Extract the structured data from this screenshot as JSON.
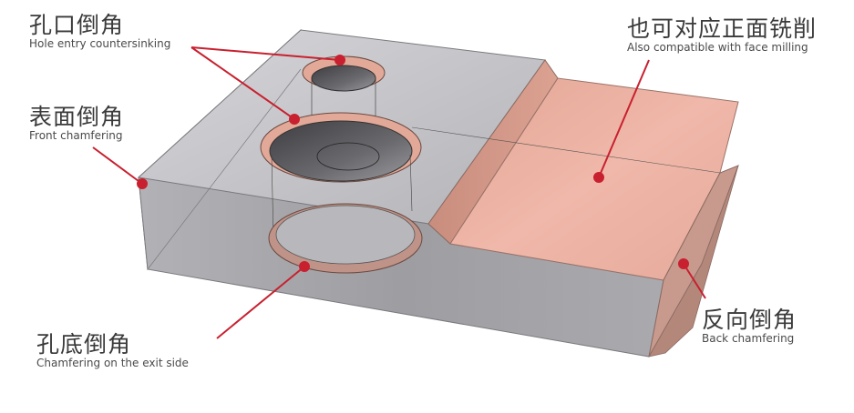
{
  "labels": {
    "hole_entry": {
      "zh": "孔口倒角",
      "en": "Hole entry countersinking"
    },
    "front": {
      "zh": "表面倒角",
      "en": "Front chamfering"
    },
    "exit": {
      "zh": "孔底倒角",
      "en": "Chamfering on the exit side"
    },
    "face": {
      "zh": "也可对应正面铣削",
      "en": "Also compatible with face milling"
    },
    "back": {
      "zh": "反向倒角",
      "en": "Back chamfering"
    }
  },
  "colors": {
    "accent_line": "#c8202f",
    "chamfer": "#e0a898",
    "metal_top": "#c4c4c8",
    "metal_front": "#a9a9ad",
    "copper": "#e9aea0"
  }
}
